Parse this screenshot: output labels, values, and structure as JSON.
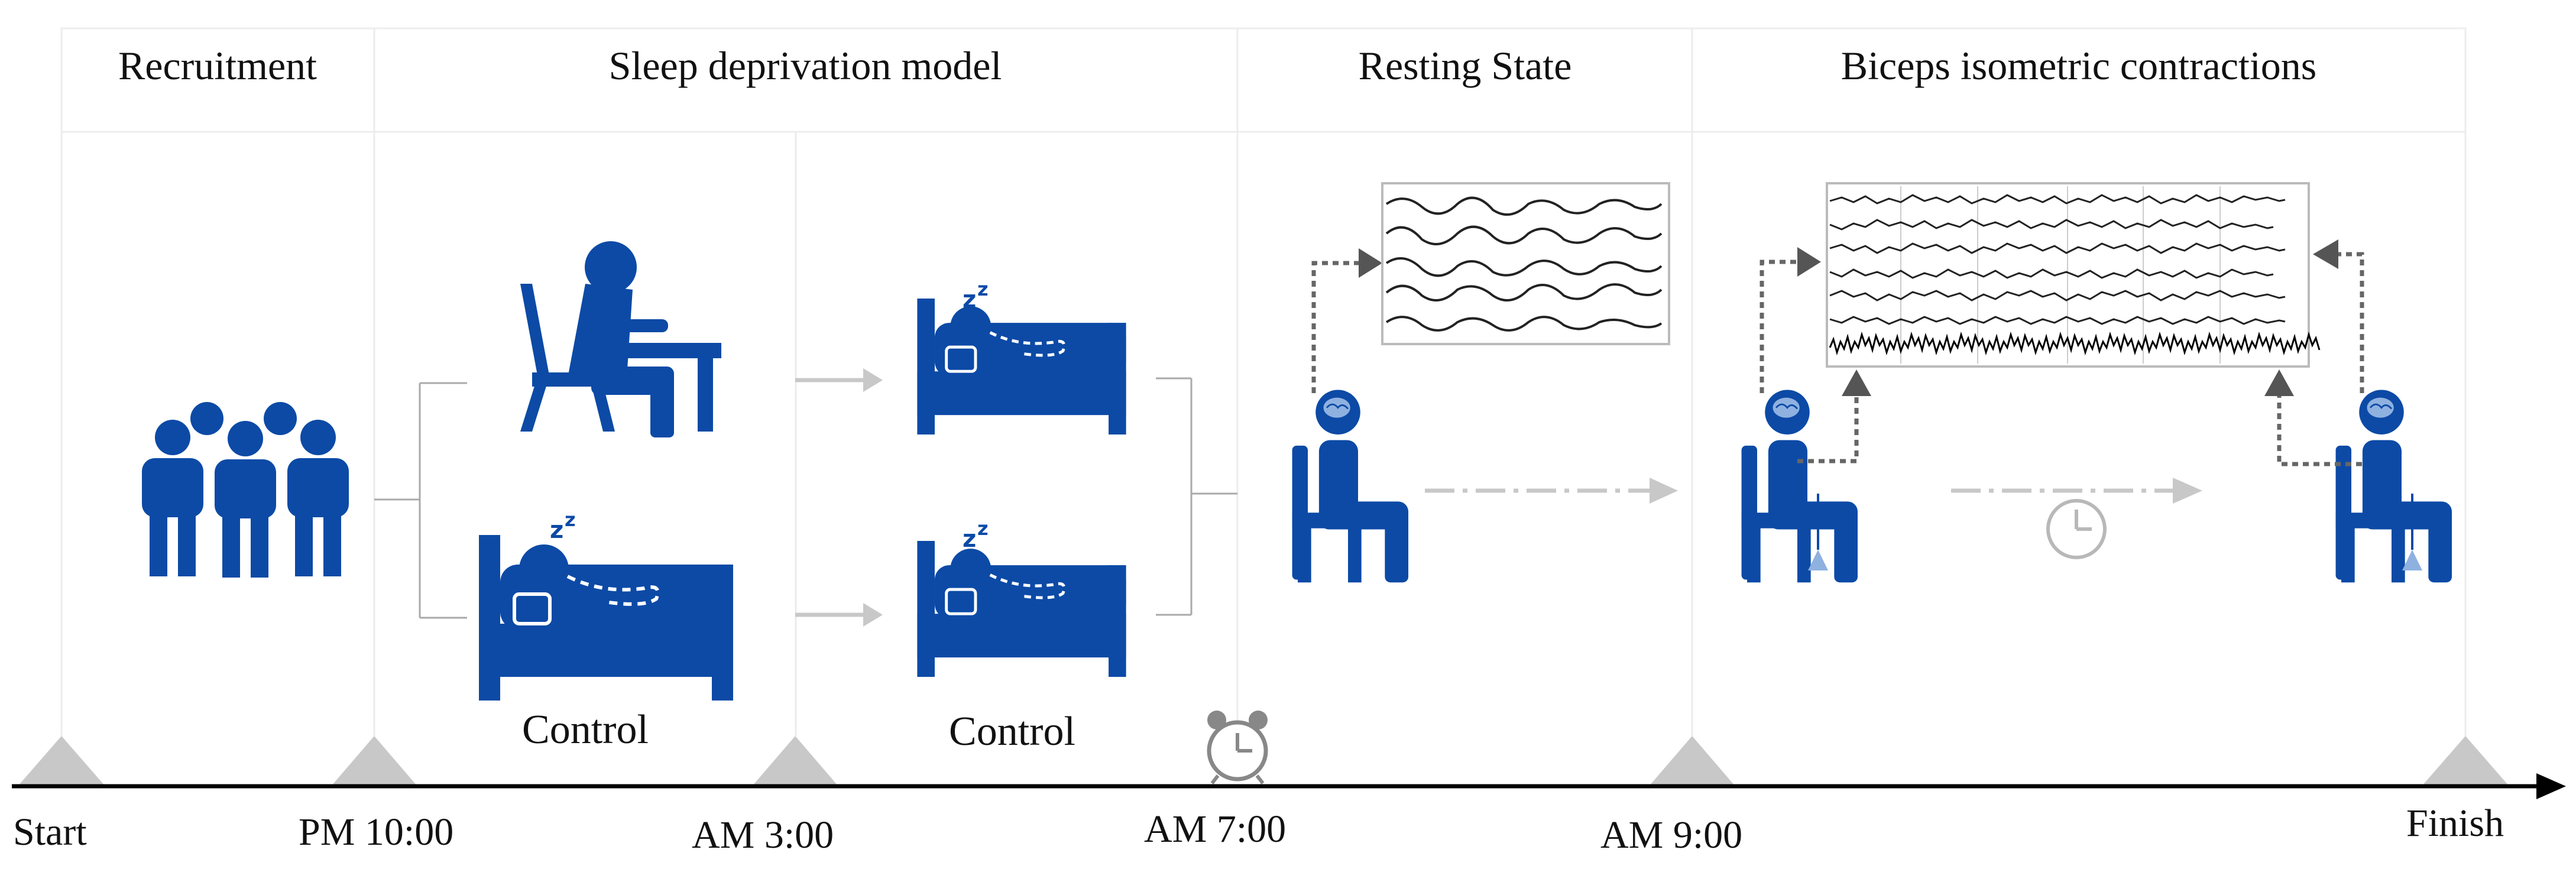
{
  "phases": {
    "recruitment": "Recruitment",
    "sleep_deprivation": "Sleep deprivation model",
    "resting_state": "Resting State",
    "biceps": "Biceps isometric contractions"
  },
  "groups": {
    "control_1": "Control",
    "control_2": "Control"
  },
  "timeline": {
    "start": "Start",
    "pm10": "PM 10:00",
    "am3": "AM 3:00",
    "am7": "AM 7:00",
    "am9": "AM 9:00",
    "finish": "Finish"
  },
  "colors": {
    "figure_blue": "#0c4aa6",
    "light_grey": "#c8c8c8",
    "arrow_grey": "#666666",
    "line_black": "#000000"
  },
  "icons": [
    "people-group-icon",
    "person-at-desk-icon",
    "person-in-bed-icon",
    "seated-person-icon",
    "eeg-trace-icon",
    "alarm-clock-icon",
    "clock-icon"
  ]
}
